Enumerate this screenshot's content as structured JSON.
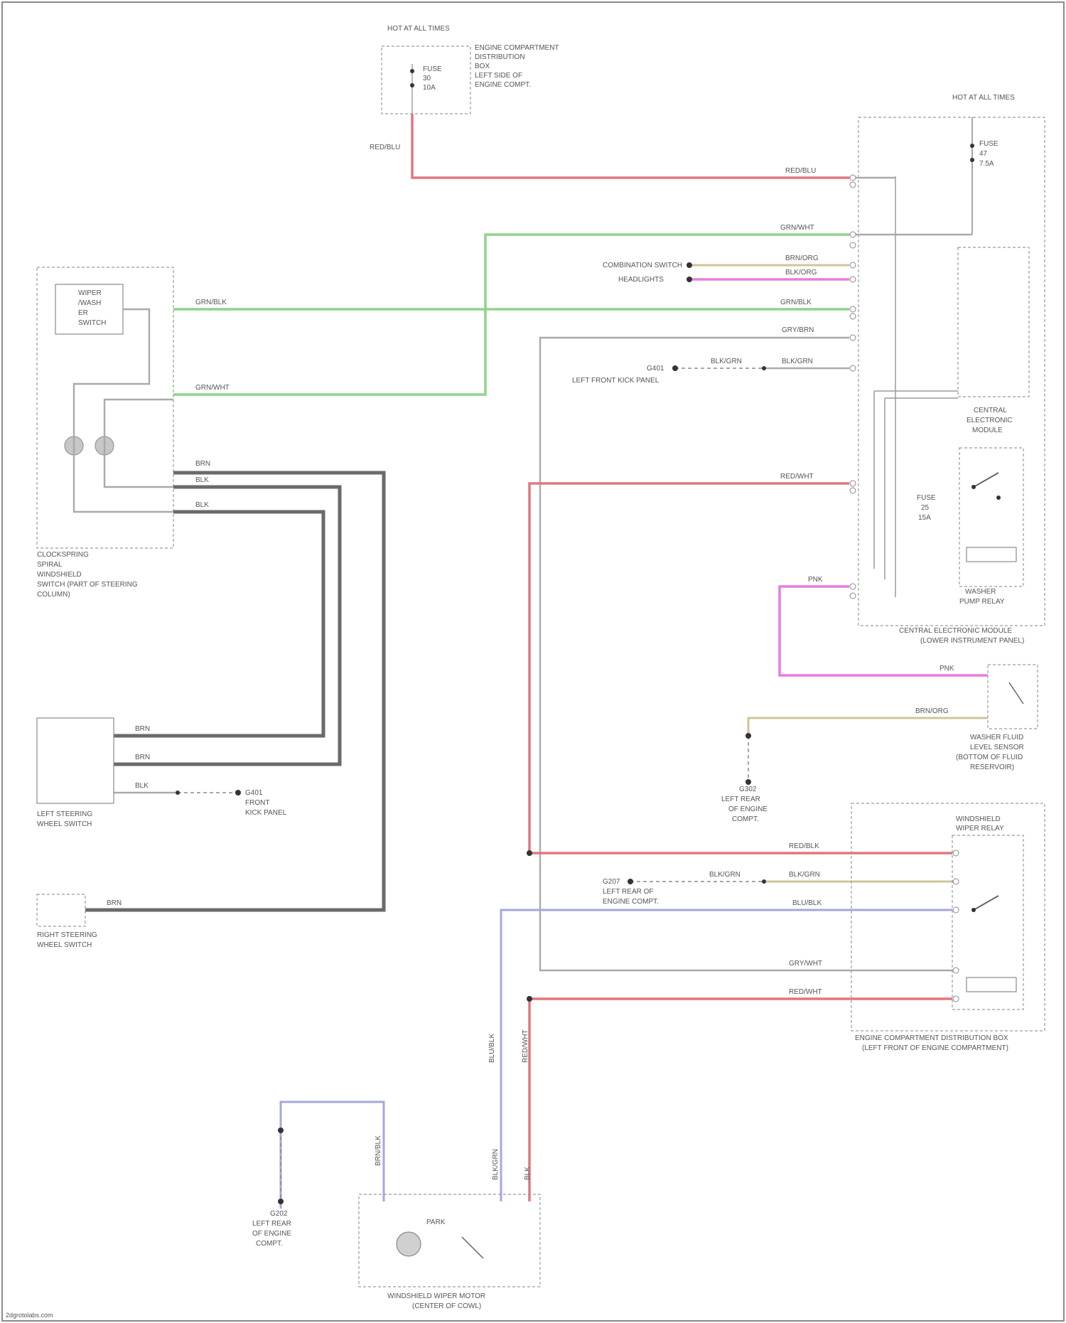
{
  "diagram": {
    "fuse_top": {
      "title": "HOT AT ALL TIMES",
      "lines": [
        "ENGINE COMPARTMENT",
        "DISTRIBUTION",
        "BOX",
        "LEFT SIDE OF",
        "ENGINE COMPT."
      ],
      "fuse_lines": [
        "FUSE",
        "30",
        "10A"
      ]
    },
    "module_top_right": {
      "title": "HOT AT ALL TIMES",
      "fuse_lines": [
        "FUSE",
        "47",
        "7.5A"
      ]
    },
    "switch_left": {
      "label_lines": [
        "CLOCKSPRING",
        "SPIRAL",
        "WINDSHIELD",
        "SWITCH (PART OF STEERING",
        "COLUMN)"
      ],
      "inner_lines": [
        "WIPER",
        "/WASH",
        "ER",
        "SWITCH"
      ]
    },
    "wire_labels": {
      "red_top_left": "RED/BLU",
      "red_top_right": "RED/BLU",
      "grn_upper": "GRN/WHT",
      "grn_mid": "GRN/BLK",
      "grn_lower": "GRN/WHT",
      "tan_1": "BRN/ORG",
      "tan_2": "BLK/ORG",
      "gray_1": "GRY/BRN",
      "blk_1": "BLK/GRN",
      "blk_2": "BLK/GRN",
      "red_mid": "RED/WHT",
      "pink": "PNK",
      "pink_lower": "PNK",
      "tan_sensor": "BRN/ORG",
      "blk_sensor": "BLK",
      "red_lower_1": "RED/BLK",
      "blk_lower": "BLK/GRN",
      "blk_lower_2": "BLK/GRN",
      "blu_lower": "BLU/BLK",
      "gry_lower": "GRY/WHT",
      "red_lower_2": "RED/WHT",
      "dark_1": "BRN",
      "dark_2": "BLK",
      "dark_3": "BLK",
      "dark_4": "BRN",
      "dark_5": "BRN",
      "dark_6": "BLK",
      "rear_switch": "BRN",
      "vert_blu": "BLU/BLK",
      "vert_red": "RED/WHT",
      "vert_blk": "BLK/GRN",
      "motor_left": "BRN/BLK",
      "motor_right": "BLK"
    },
    "points": {
      "combination_switch": [
        "COMBINATION SWITCH",
        "HEADLIGHTS"
      ],
      "ground_g401": [
        "G401",
        "LEFT FRONT KICK PANEL"
      ],
      "ground_g_sensor": [
        "G302",
        "LEFT REAR",
        "OF ENGINE",
        "COMPT."
      ],
      "ground_g_motor": [
        "G202",
        "LEFT REAR",
        "OF ENGINE",
        "COMPT."
      ],
      "ground_g_switch": [
        "G401",
        "FRONT",
        "KICK PANEL"
      ],
      "ground_g_lower": [
        "G207",
        "LEFT REAR OF",
        "ENGINE COMPT."
      ]
    },
    "central_module": {
      "label_lines": [
        "CENTRAL",
        "ELECTRONIC",
        "MODULE"
      ],
      "relay_fuse": [
        "FUSE",
        "25",
        "15A"
      ],
      "relay_lines": [
        "WASHER",
        "PUMP RELAY"
      ],
      "bottom_lines": [
        "CENTRAL ELECTRONIC MODULE",
        "(LOWER INSTRUMENT PANEL)"
      ]
    },
    "sensor": {
      "label_lines": [
        "WASHER FLUID",
        "LEVEL SENSOR",
        "(BOTTOM OF FLUID",
        "RESERVOIR)"
      ]
    },
    "underhood": {
      "top_lines": [
        "WINDSHIELD",
        "WIPER RELAY"
      ],
      "bottom_lines": [
        "ENGINE COMPARTMENT DISTRIBUTION BOX",
        "(LEFT FRONT OF ENGINE COMPARTMENT)"
      ]
    },
    "left_switch": [
      "LEFT STEERING",
      "WHEEL SWITCH"
    ],
    "rear_switch": [
      "RIGHT STEERING",
      "WHEEL SWITCH"
    ],
    "motor": {
      "inner": "PARK",
      "label_lines": [
        "WINDSHIELD WIPER MOTOR",
        "(CENTER OF COWL)"
      ]
    },
    "watermark": "2dgrotolabs.com"
  },
  "colors": {
    "red_wire": "#e1767f",
    "green_wire": "#8fd38b",
    "pink_wire": "#e67be3",
    "blue_wire": "#a5a6e2",
    "tan_wire": "#cfc49a",
    "gray_wire": "#a9a9a9",
    "dark_wire": "#6a6a6a"
  }
}
